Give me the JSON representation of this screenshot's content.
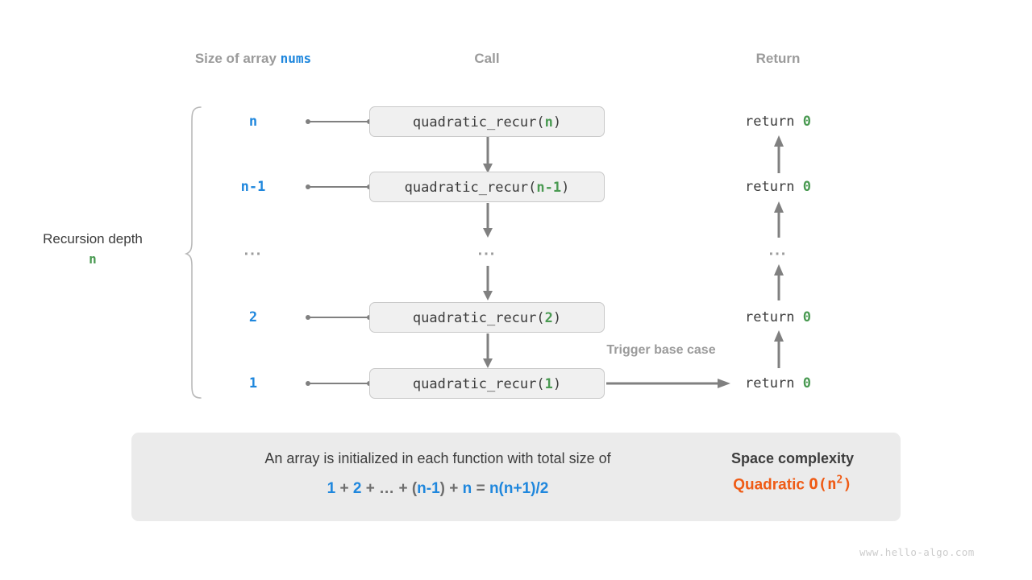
{
  "headers": {
    "size": {
      "prefix": "Size of array ",
      "code": "nums"
    },
    "call": "Call",
    "return": "Return"
  },
  "left_label": {
    "title": "Recursion depth",
    "value": "n"
  },
  "rows": [
    {
      "size": "n",
      "call_prefix": "quadratic_recur(",
      "call_arg": "n",
      "call_suffix": ")",
      "return_prefix": "return ",
      "return_value": "0"
    },
    {
      "size": "n-1",
      "call_prefix": "quadratic_recur(",
      "call_arg": "n-1",
      "call_suffix": ")",
      "return_prefix": "return ",
      "return_value": "0"
    },
    {
      "size": "...",
      "call_prefix": "...",
      "call_arg": "",
      "call_suffix": "",
      "return_prefix": "...",
      "return_value": ""
    },
    {
      "size": "2",
      "call_prefix": "quadratic_recur(",
      "call_arg": "2",
      "call_suffix": ")",
      "return_prefix": "return ",
      "return_value": "0"
    },
    {
      "size": "1",
      "call_prefix": "quadratic_recur(",
      "call_arg": "1",
      "call_suffix": ")",
      "return_prefix": "return ",
      "return_value": "0"
    }
  ],
  "annotations": {
    "trigger_base_case": "Trigger base case"
  },
  "summary": {
    "description": "An array is initialized in each function with total size of",
    "formula": {
      "t1": "1",
      "o1": "+",
      "t2": "2",
      "o2": "+",
      "t3": "…",
      "o3": "+",
      "p_open": "(",
      "t4": "n-1",
      "p_close": ")",
      "o4": "+",
      "t5": "n",
      "eq": "=",
      "result": "n(n+1)/2"
    },
    "complexity_title": "Space complexity",
    "complexity_kind": "Quadratic",
    "complexity_notation_prefix": "O(n",
    "complexity_exponent": "2",
    "complexity_notation_suffix": ")"
  },
  "watermark": "www.hello-algo.com",
  "colors": {
    "blue": "#1f87dd",
    "green": "#4a9a52",
    "orange": "#ef5b15",
    "gray_text": "#3c3c3c",
    "gray_muted": "#9b9b9b",
    "panel_bg": "#ebebeb",
    "box_bg": "#f0f0f0",
    "box_border": "#c9c9c9",
    "arrow": "#808080"
  }
}
